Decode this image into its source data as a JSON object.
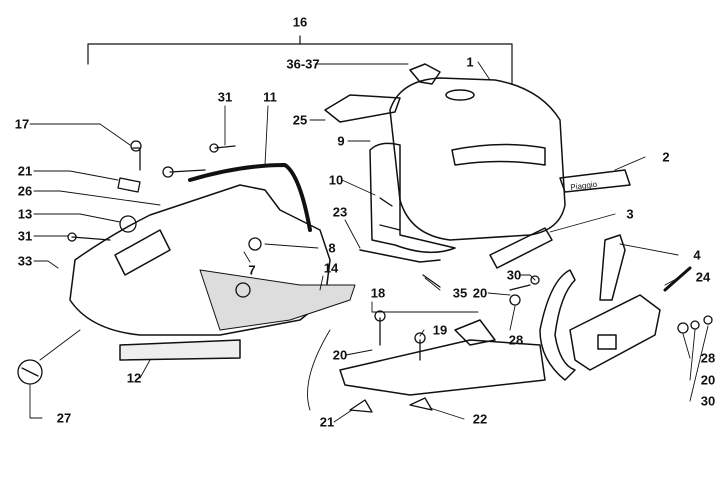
{
  "diagram": {
    "type": "exploded parts diagram",
    "line_color": "#111111",
    "background": "#ffffff",
    "callouts": [
      "16",
      "36-37",
      "1",
      "31",
      "11",
      "17",
      "25",
      "9",
      "2",
      "21",
      "26",
      "10",
      "13",
      "23",
      "3",
      "31",
      "8",
      "33",
      "7",
      "14",
      "4",
      "30",
      "24",
      "20",
      "35",
      "18",
      "28",
      "19",
      "20",
      "12",
      "28",
      "20",
      "30",
      "21",
      "22",
      "27"
    ],
    "decal_text": "Piaggio"
  }
}
